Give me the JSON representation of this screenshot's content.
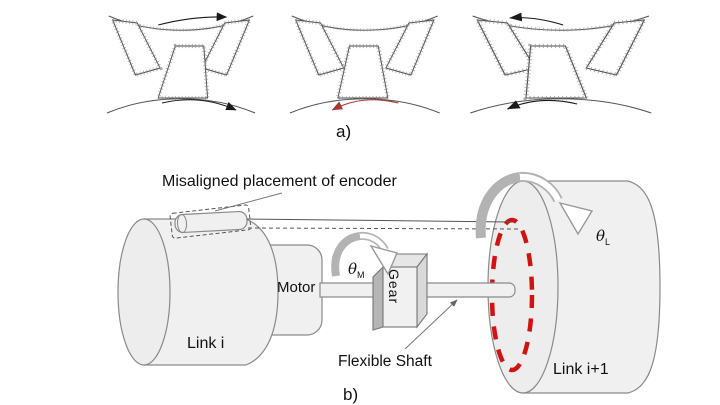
{
  "figure": {
    "panel_a": {
      "label": "a)"
    },
    "panel_b": {
      "label": "b)",
      "annotations": {
        "encoder_note": "Misaligned placement of encoder",
        "flexible_shaft": "Flexible Shaft"
      },
      "components": {
        "motor": "Motor",
        "gear": "Gear",
        "link_i": "Link i",
        "link_i_plus_1": "Link i+1"
      },
      "angles": {
        "motor_symbol": "θ",
        "motor_subscript": "M",
        "load_symbol": "θ",
        "load_subscript": "L"
      }
    },
    "colors": {
      "line": "#444444",
      "fill_light": "#f0f0f0",
      "ribbon_gray": "#b3b3b3",
      "red_dashed": "#d01212",
      "red_arrow": "#a93434",
      "black_arrow": "#1a1a1a"
    }
  }
}
